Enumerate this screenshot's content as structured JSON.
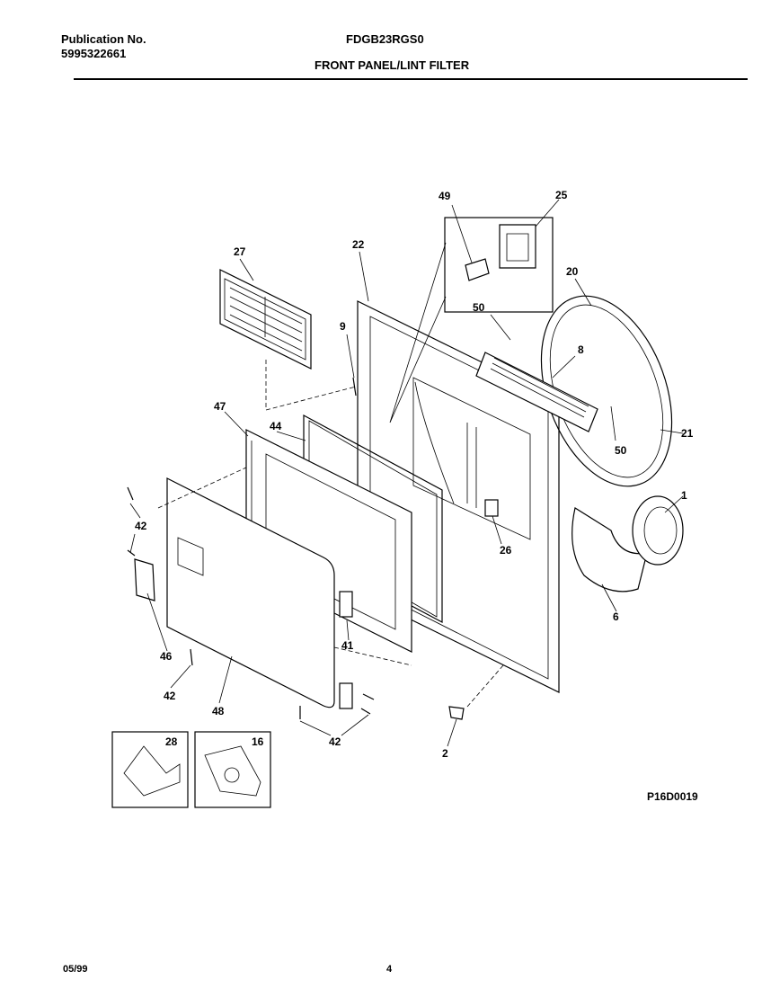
{
  "header": {
    "pub_label": "Publication No.",
    "pub_number": "5995322661",
    "model": "FDGB23RGS0",
    "title": "FRONT PANEL/LINT FILTER"
  },
  "parts": {
    "p1": "1",
    "p2": "2",
    "p6": "6",
    "p8": "8",
    "p9": "9",
    "p16": "16",
    "p20": "20",
    "p21": "21",
    "p22": "22",
    "p25": "25",
    "p26": "26",
    "p27": "27",
    "p28": "28",
    "p41": "41",
    "p42": "42",
    "p44": "44",
    "p46": "46",
    "p47": "47",
    "p48": "48",
    "p49": "49",
    "p50": "50"
  },
  "diagram_code": "P16D0019",
  "footer": {
    "date": "05/99",
    "page": "4"
  }
}
